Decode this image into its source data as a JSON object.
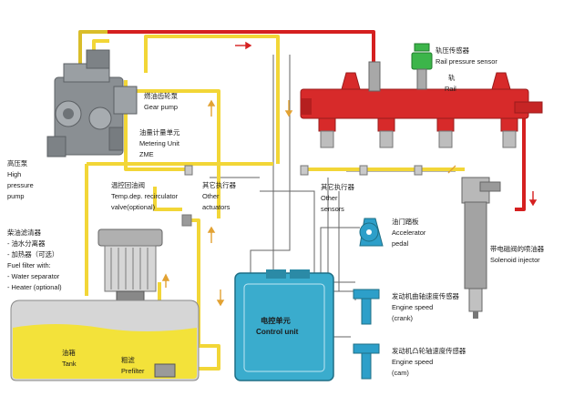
{
  "labels": {
    "gear_pump": [
      "燃油齿轮泵",
      "Gear pump"
    ],
    "metering_unit": [
      "油量计量单元",
      "Metering Unit",
      "ZME"
    ],
    "high_pressure_pump": [
      "高压泵",
      "High",
      "pressure",
      "pump"
    ],
    "recirculator_valve": [
      "温控回油阀",
      "Temp.dep. recirculator",
      "valve(optional)"
    ],
    "other_actuators": [
      "其它执行器",
      "Other",
      "actuators"
    ],
    "other_sensors": [
      "其它执行器",
      "Other",
      "sensors"
    ],
    "rail_pressure_sensor": [
      "轨压传感器",
      "Rail pressure sensor"
    ],
    "rail": [
      "轨",
      "Rail"
    ],
    "fuel_filter": [
      "柴油滤清器",
      "- 油水分离器",
      "- 加热器（可选）",
      "Fuel filter with:",
      "- Water separator",
      "- Heater  (optional)"
    ],
    "accelerator_pedal": [
      "油门踏板",
      "Accelerator",
      "pedal"
    ],
    "solenoid_injector": [
      "带电磁阀的喷油器",
      "Solenoid injector"
    ],
    "control_unit": [
      "电控单元",
      "Control unit"
    ],
    "engine_speed_crank": [
      "发动机曲轴速度传感器",
      "Engine speed",
      "(crank)"
    ],
    "engine_speed_cam": [
      "发动机凸轮轴速度传感器",
      "Engine speed",
      "(cam)"
    ],
    "tank": [
      "油箱",
      "Tank"
    ],
    "prefilter": [
      "粗滤",
      "Prefilter"
    ]
  },
  "colors": {
    "fuel_low_pressure": "#f2d637",
    "fuel_high_pressure": "#d52020",
    "rail_body": "#d72a2a",
    "pump_body": "#8a8f93",
    "control_unit": "#3aaccd",
    "sensor_blue": "#2d9fc9",
    "rail_sensor_green": "#3cb54a",
    "tank_fuel": "#f3e23a",
    "wire": "#555555"
  },
  "icons": [
    "pump-icon",
    "filter-icon",
    "rail-icon",
    "injector-icon",
    "sensor-icon",
    "pedal-icon",
    "ecu-icon",
    "tank-icon",
    "flow-arrow-icon"
  ]
}
